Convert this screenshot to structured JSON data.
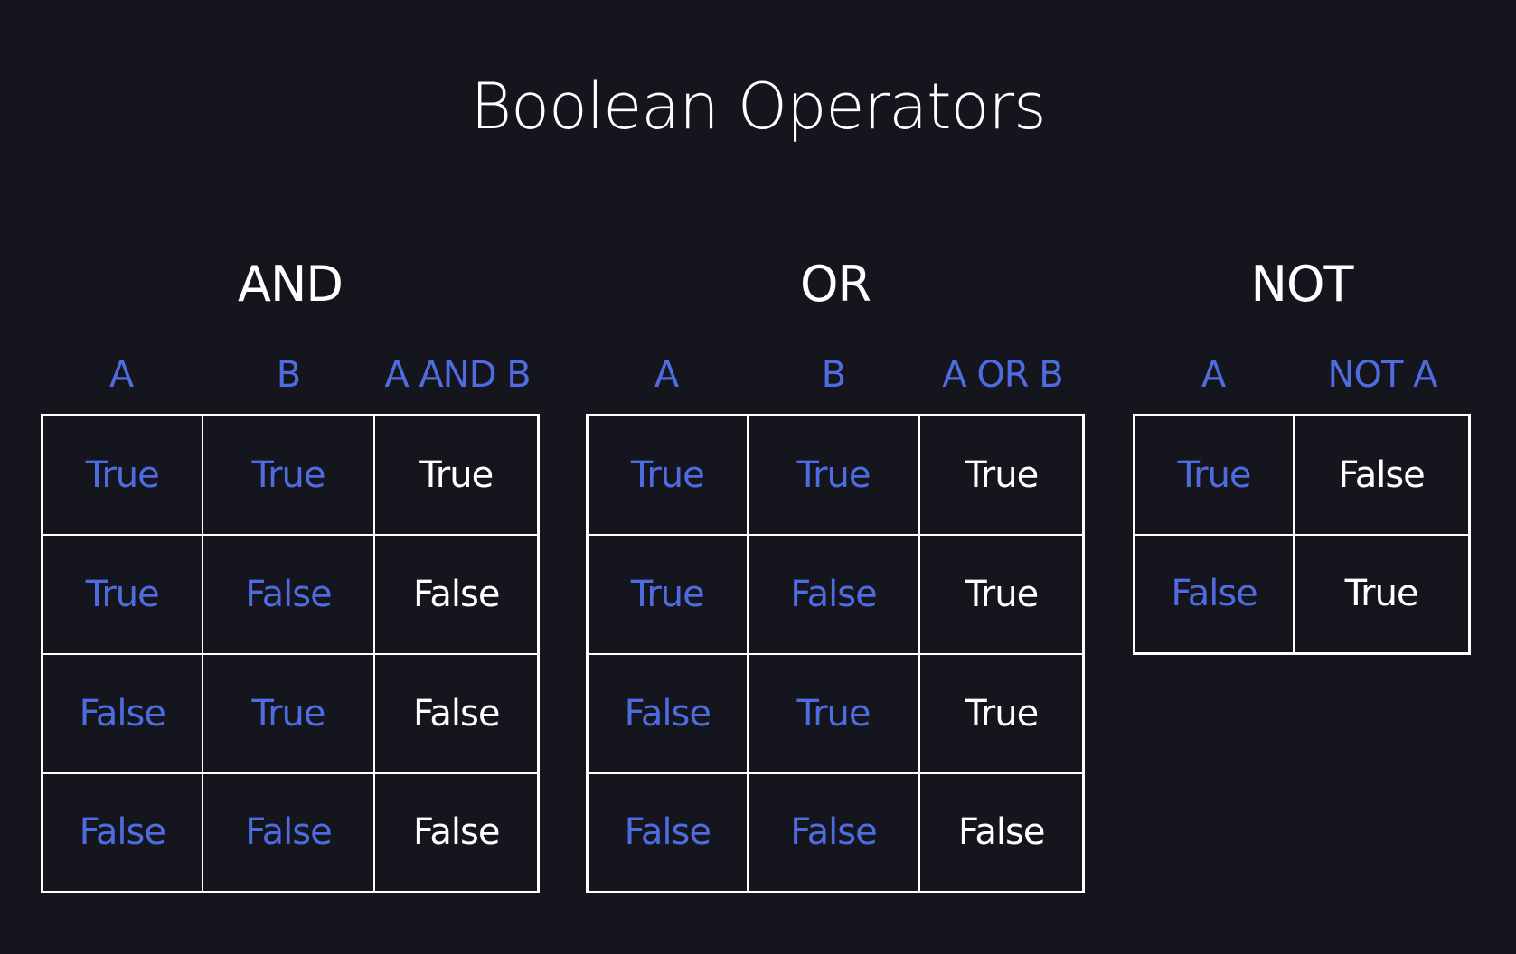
{
  "title": "Boolean Operators",
  "colors": {
    "background": "#15151d",
    "input_text": "#4e6ce0",
    "output_text": "#ffffff",
    "grid_lines": "#ffffff"
  },
  "operators": {
    "and": {
      "name": "AND",
      "headers": [
        "A",
        "B",
        "A AND B"
      ],
      "rows": [
        [
          "True",
          "True",
          "True"
        ],
        [
          "True",
          "False",
          "False"
        ],
        [
          "False",
          "True",
          "False"
        ],
        [
          "False",
          "False",
          "False"
        ]
      ]
    },
    "or": {
      "name": "OR",
      "headers": [
        "A",
        "B",
        "A OR B"
      ],
      "rows": [
        [
          "True",
          "True",
          "True"
        ],
        [
          "True",
          "False",
          "True"
        ],
        [
          "False",
          "True",
          "True"
        ],
        [
          "False",
          "False",
          "False"
        ]
      ]
    },
    "not": {
      "name": "NOT",
      "headers": [
        "A",
        "NOT A"
      ],
      "rows": [
        [
          "True",
          "False"
        ],
        [
          "False",
          "True"
        ]
      ]
    }
  }
}
